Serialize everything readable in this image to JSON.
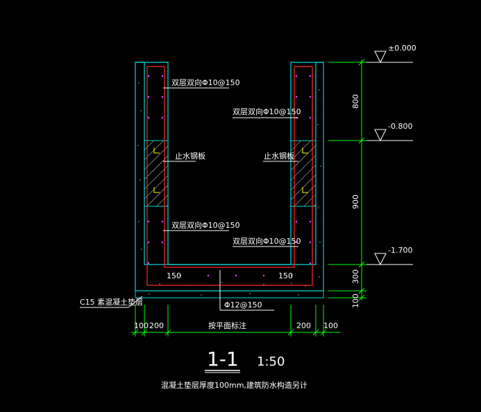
{
  "drawing": {
    "section_label": "1-1",
    "scale": "1:50",
    "note": "混凝土垫层厚度100mm,建筑防水构造另计",
    "cushion_label": "C15 素混凝土垫层",
    "elevations": {
      "top": "±0.000",
      "mid": "-0.800",
      "bottom": "-1.700"
    },
    "right_dims": {
      "d1": "800",
      "d2": "900",
      "d3": "300",
      "d4": "100"
    },
    "bottom_dims": {
      "left_outer": "100",
      "left_wall": "200",
      "center": "按平面标注",
      "right_wall": "200",
      "right_outer": "100"
    },
    "rebar": {
      "left_upper": "双层双向Φ10@150",
      "right_upper": "双层双向Φ10@150",
      "left_lower": "双层双向Φ10@150",
      "right_lower": "双层双向Φ10@150",
      "bottom": "Φ12@150",
      "left_waterstop": "止水钢板",
      "right_waterstop": "止水钢板",
      "base_left": "150",
      "base_right": "150"
    },
    "colors": {
      "background": "#000000",
      "wall_outline": "#00d8d8",
      "rebar": "#ff2a2a",
      "text": "#ffffff",
      "dimension": "#00ff00",
      "yellow_mark": "#ffff00"
    }
  }
}
